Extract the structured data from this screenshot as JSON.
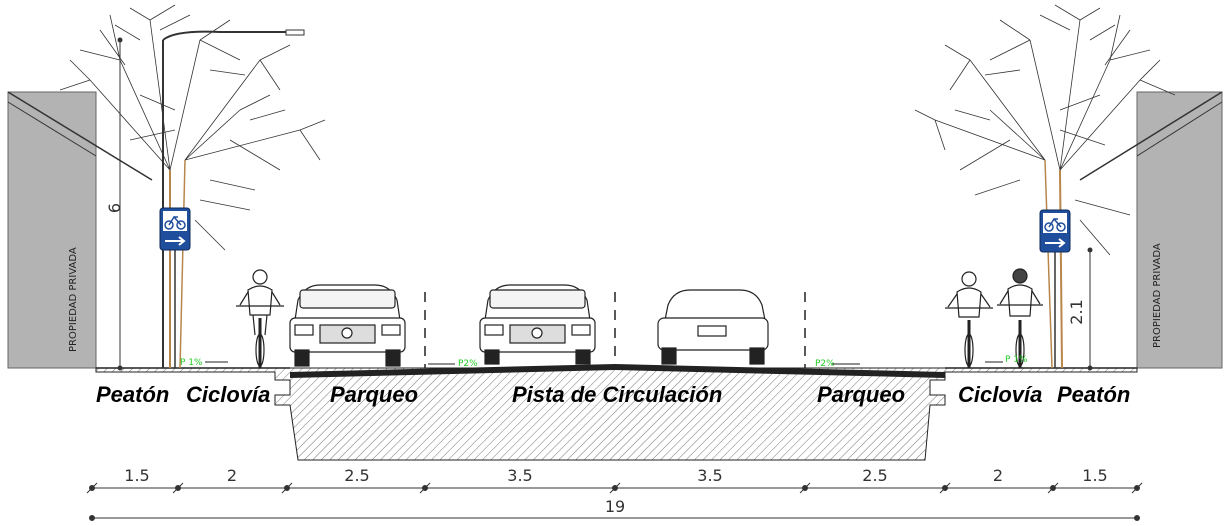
{
  "zones": {
    "left_peaton": "Peatón",
    "left_ciclovia": "Ciclovía",
    "left_parqueo": "Parqueo",
    "pista": "Pista de Circulación",
    "right_parqueo": "Parqueo",
    "right_ciclovia": "Ciclovía",
    "right_peaton": "Peatón"
  },
  "property": {
    "left": "PROPIEDAD PRIVADA",
    "right": "PROPIEDAD PRIVADA"
  },
  "heights": {
    "left": "6",
    "right": "2.1"
  },
  "slopes": {
    "left_ciclovia": "P 1%",
    "left_parqueo": "P2%",
    "right_parqueo": "P2%",
    "right_ciclovia": "P 1%"
  },
  "dimensions": {
    "segments": [
      "1.5",
      "2",
      "2.5",
      "3.5",
      "3.5",
      "2.5",
      "2",
      "1.5"
    ],
    "total": "19"
  },
  "colors": {
    "building": "#b3b3b3",
    "sign": "#1f4e9c",
    "tree_trunk": "#b8864b",
    "slope_text": "#22cc22"
  }
}
